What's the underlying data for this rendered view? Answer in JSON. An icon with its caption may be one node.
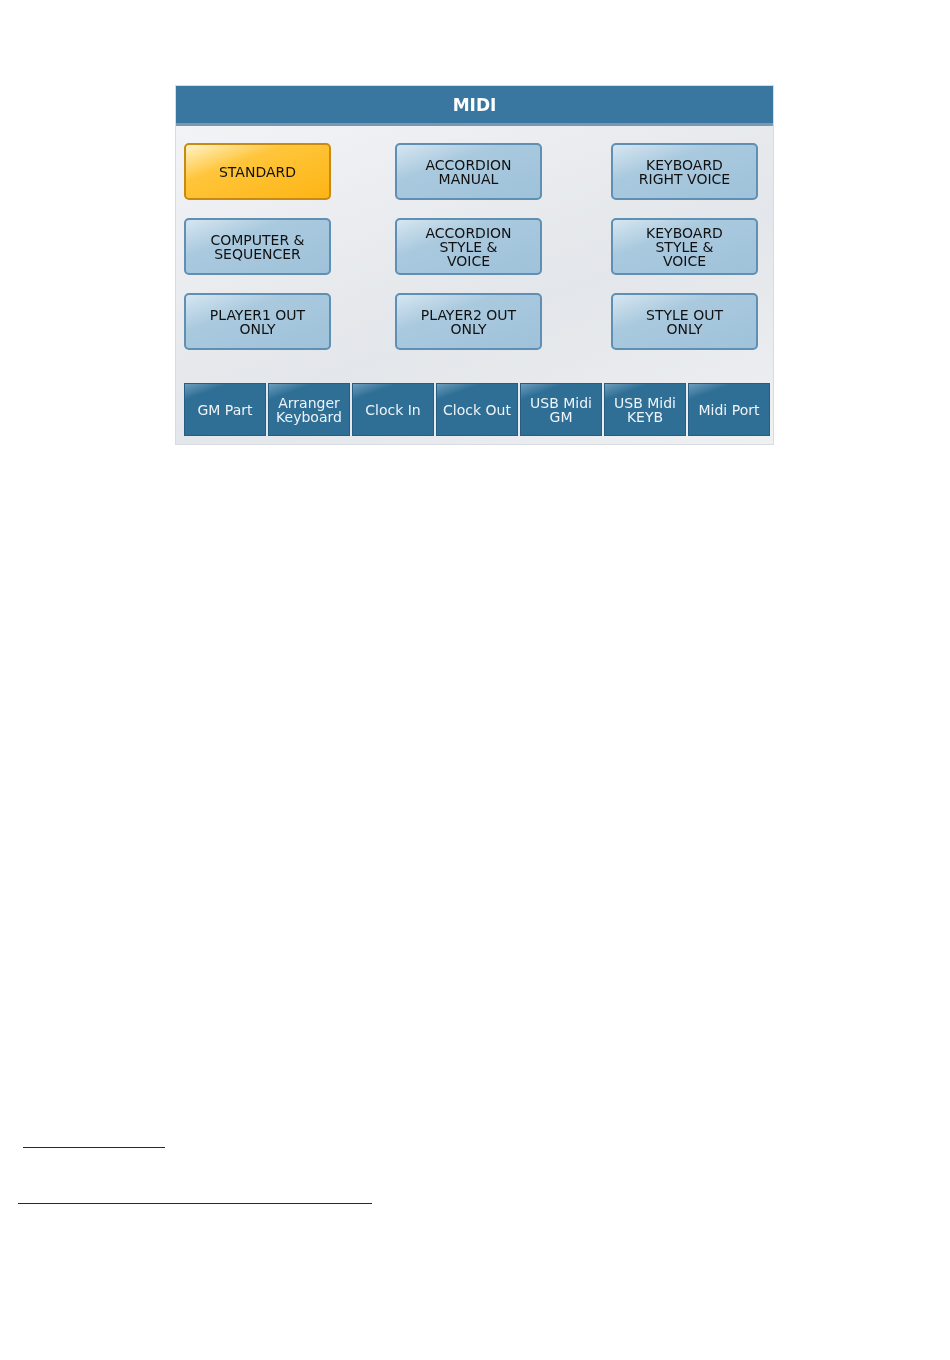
{
  "diagram": {
    "nodes": [
      {
        "text": [
          "MIDI"
        ]
      },
      {
        "text": [
          "STANDARD"
        ],
        "in": 0
      },
      {
        "text": [
          "ACCORDION MANUAL"
        ],
        "in": 0
      },
      {
        "text": [
          "KEYBOARD RIGHT VOICE"
        ],
        "in": 0
      },
      {
        "text": [
          "COMPUTER & SEQUENCER"
        ],
        "in": 0
      },
      {
        "text": [
          "ACCORDION STYLE & VOICE"
        ],
        "in": 0
      },
      {
        "text": [
          "KEYBOARD STYLE & VOICE"
        ],
        "in": 0
      },
      {
        "text": [
          "PLAYER1 OUT ONLY"
        ],
        "in": 0
      },
      {
        "text": [
          "PLAYER2 OUT ONLY"
        ],
        "in": 0
      },
      {
        "text": [
          "STYLE OUT ONLY"
        ],
        "in": 0
      },
      {
        "text": [
          "GM Part"
        ],
        "in": 0
      },
      {
        "text": [
          "Arranger Keyboard"
        ],
        "in": 0
      },
      {
        "text": [
          "Clock In"
        ],
        "in": 0
      },
      {
        "text": [
          "Clock Out"
        ],
        "in": 0
      },
      {
        "text": [
          "USB Midi GM"
        ],
        "in": 0
      },
      {
        "text": [
          "USB Midi KEYB"
        ],
        "in": 0
      },
      {
        "text": [
          "Midi Port"
        ],
        "in": 0
      }
    ]
  }
}
